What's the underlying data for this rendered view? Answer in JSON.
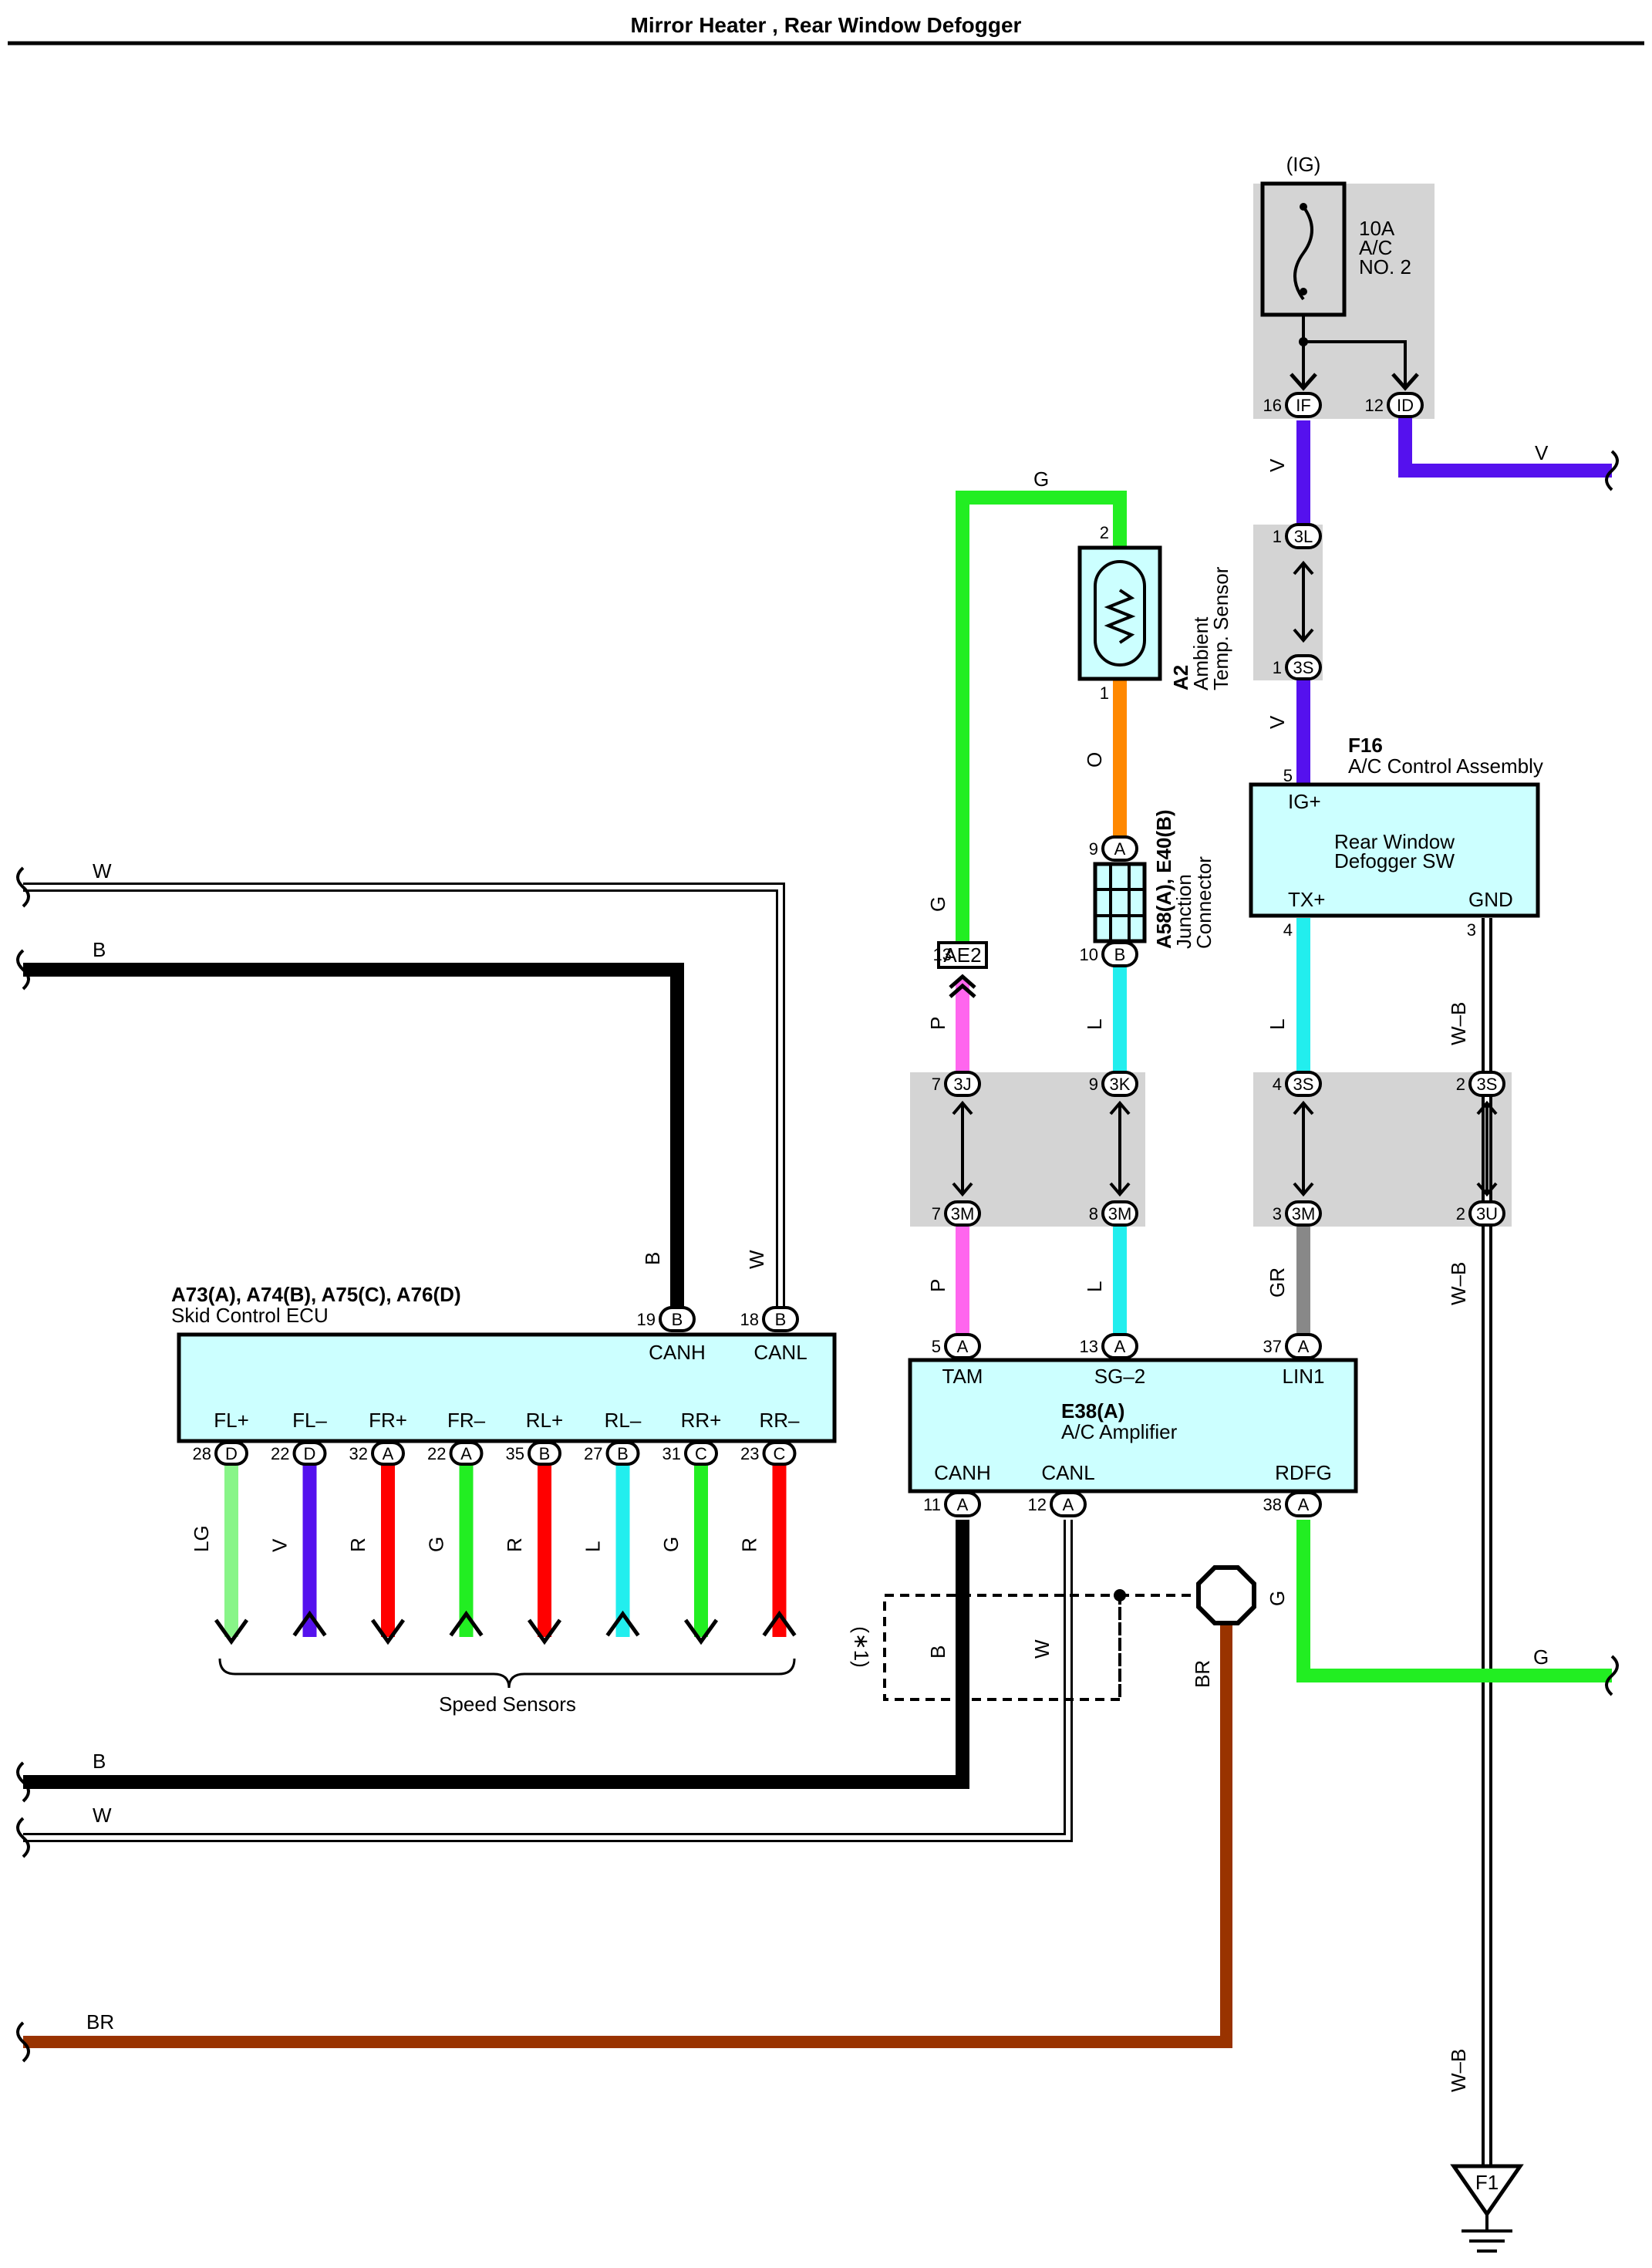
{
  "title": "Mirror Heater , Rear Window Defogger",
  "colors": {
    "G": "#22ee22",
    "LG": "#88f588",
    "V": "#5511ee",
    "R": "#ff0000",
    "L": "#22eeee",
    "O": "#ff8800",
    "P": "#ff66ee",
    "B": "#000000",
    "W": "#ffffff",
    "BR": "#993300",
    "GR": "#888888",
    "box": "#ccffff",
    "shade": "#d4d4d4"
  },
  "fuse": {
    "source": "(IG)",
    "rating": "10A",
    "name1": "A/C",
    "name2": "NO. 2"
  },
  "sensor": {
    "ref": "A2",
    "name1": "Ambient",
    "name2": "Temp. Sensor"
  },
  "junction": {
    "ref": "A58(A), E40(B)",
    "name1": "Junction",
    "name2": "Connector"
  },
  "control": {
    "ref": "F16",
    "name": "A/C Control Assembly",
    "sw1": "Rear Window",
    "sw2": "Defogger SW",
    "ig": "IG+",
    "tx": "TX+",
    "gnd": "GND"
  },
  "ecu": {
    "ref": "A73(A), A74(B), A75(C), A76(D)",
    "name": "Skid Control ECU",
    "canh": "CANH",
    "canl": "CANL"
  },
  "amp": {
    "ref": "E38(A)",
    "name": "A/C Amplifier",
    "tam": "TAM",
    "sg2": "SG–2",
    "lin1": "LIN1",
    "canh": "CANH",
    "canl": "CANL",
    "rdfg": "RDFG"
  },
  "speed_label": "Speed Sensors",
  "note": "(∗1)",
  "ground": "F1",
  "ae2": "AE2",
  "pins": {
    "p16": "16",
    "pIF": "IF",
    "p12": "12",
    "pID": "ID",
    "p1": "1",
    "p3L": "3L",
    "p3S": "3S",
    "p5": "5",
    "p2": "2",
    "p9": "9",
    "p10": "10",
    "pA": "A",
    "pB": "B",
    "p13": "13",
    "p4": "4",
    "p3": "3",
    "p7": "7",
    "p8": "8",
    "p3J": "3J",
    "p3K": "3K",
    "p3M": "3M",
    "p3U": "3U",
    "p19": "19",
    "p18": "18",
    "p11": "11",
    "p37": "37",
    "p38": "38"
  },
  "sensors": [
    {
      "label": "FL+",
      "pin": "28",
      "conn": "D",
      "wire": "LG",
      "dir": "down"
    },
    {
      "label": "FL–",
      "pin": "22",
      "conn": "D",
      "wire": "V",
      "dir": "up"
    },
    {
      "label": "FR+",
      "pin": "32",
      "conn": "A",
      "wire": "R",
      "dir": "down"
    },
    {
      "label": "FR–",
      "pin": "22",
      "conn": "A",
      "wire": "G",
      "dir": "up"
    },
    {
      "label": "RL+",
      "pin": "35",
      "conn": "B",
      "wire": "R",
      "dir": "down"
    },
    {
      "label": "RL–",
      "pin": "27",
      "conn": "B",
      "wire": "L",
      "dir": "up"
    },
    {
      "label": "RR+",
      "pin": "31",
      "conn": "C",
      "wire": "G",
      "dir": "down"
    },
    {
      "label": "RR–",
      "pin": "23",
      "conn": "C",
      "wire": "R",
      "dir": "up"
    }
  ],
  "wires": {
    "V": "V",
    "G": "G",
    "O": "O",
    "L": "L",
    "P": "P",
    "B": "B",
    "W": "W",
    "BR": "BR",
    "GR": "GR",
    "WB": "W–B"
  }
}
